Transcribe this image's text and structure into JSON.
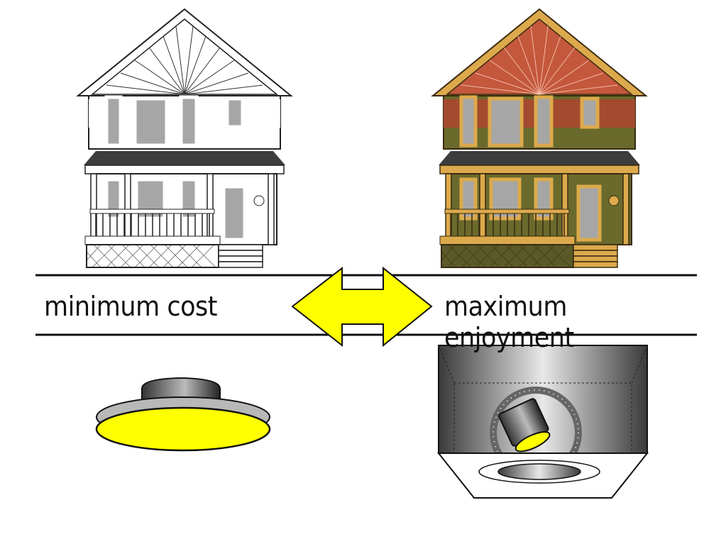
{
  "left_side": {
    "caption": "minimum cost",
    "house_style": "plain-outline",
    "fixture": "surface-mount-light"
  },
  "right_side": {
    "caption": "maximum enjoyment",
    "house_style": "painted",
    "fixture": "recessed-can-light"
  },
  "arrow": {
    "icon": "double-arrow-icon",
    "color": "#ffff00"
  },
  "colors": {
    "roof": "#c4583c",
    "body": "#6a6a2c",
    "trim": "#dcaa4c",
    "lens": "#ffff00"
  }
}
